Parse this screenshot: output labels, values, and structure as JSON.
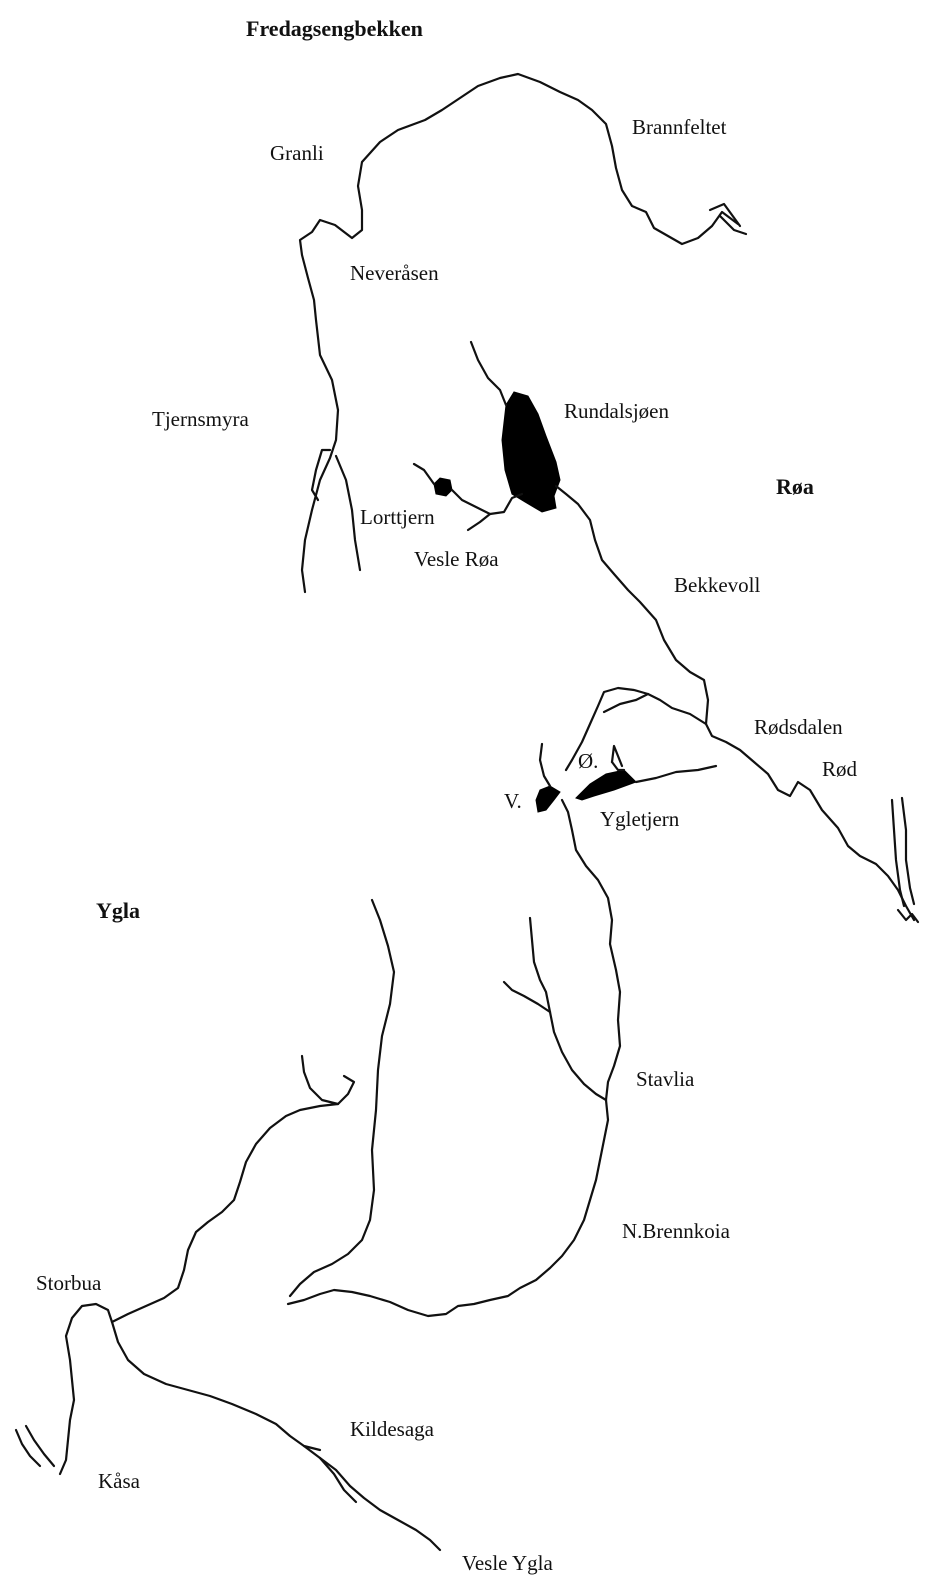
{
  "map": {
    "labels": {
      "fredagsengbekken": "Fredagsengbekken",
      "granli": "Granli",
      "brannfeltet": "Brannfeltet",
      "neverasen": "Neveråsen",
      "tjernsmyra": "Tjernsmyra",
      "rundalsjoen": "Rundalsjøen",
      "roa": "Røa",
      "lorttjern": "Lorttjern",
      "vesle_roa": "Vesle Røa",
      "bekkevoll": "Bekkevoll",
      "rodsdalen": "Rødsdalen",
      "rod": "Rød",
      "v": "V.",
      "o": "Ø.",
      "ygletjern": "Ygletjern",
      "ygla": "Ygla",
      "stavlia": "Stavlia",
      "storbua": "Storbua",
      "n_brennkoia": "N.Brennkoia",
      "kildesaga": "Kildesaga",
      "kasa": "Kåsa",
      "vesle_ygla": "Vesle Ygla"
    },
    "colors": {
      "ink": "#111111",
      "background": "#ffffff"
    }
  }
}
